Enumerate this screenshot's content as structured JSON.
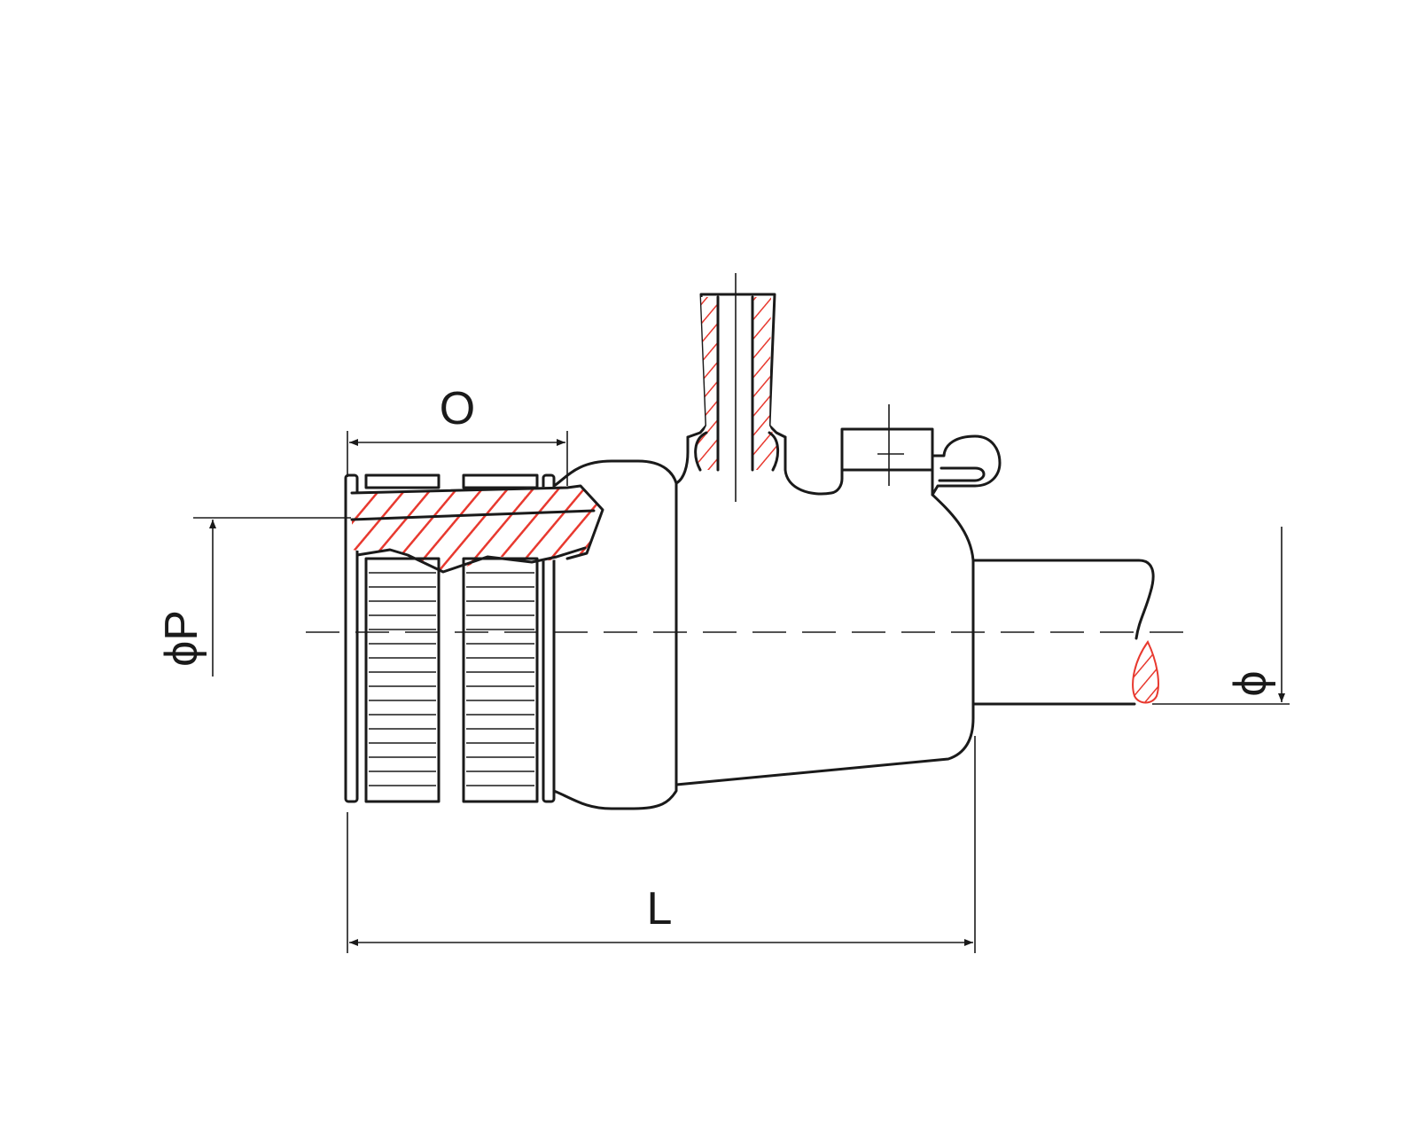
{
  "labels": {
    "o": "O",
    "diameter_p": "ϕP",
    "length": "L",
    "diameter": "ϕ"
  },
  "colors": {
    "line": "#1a1a1a",
    "hatch": "#e8392f",
    "background": "#ffffff"
  }
}
